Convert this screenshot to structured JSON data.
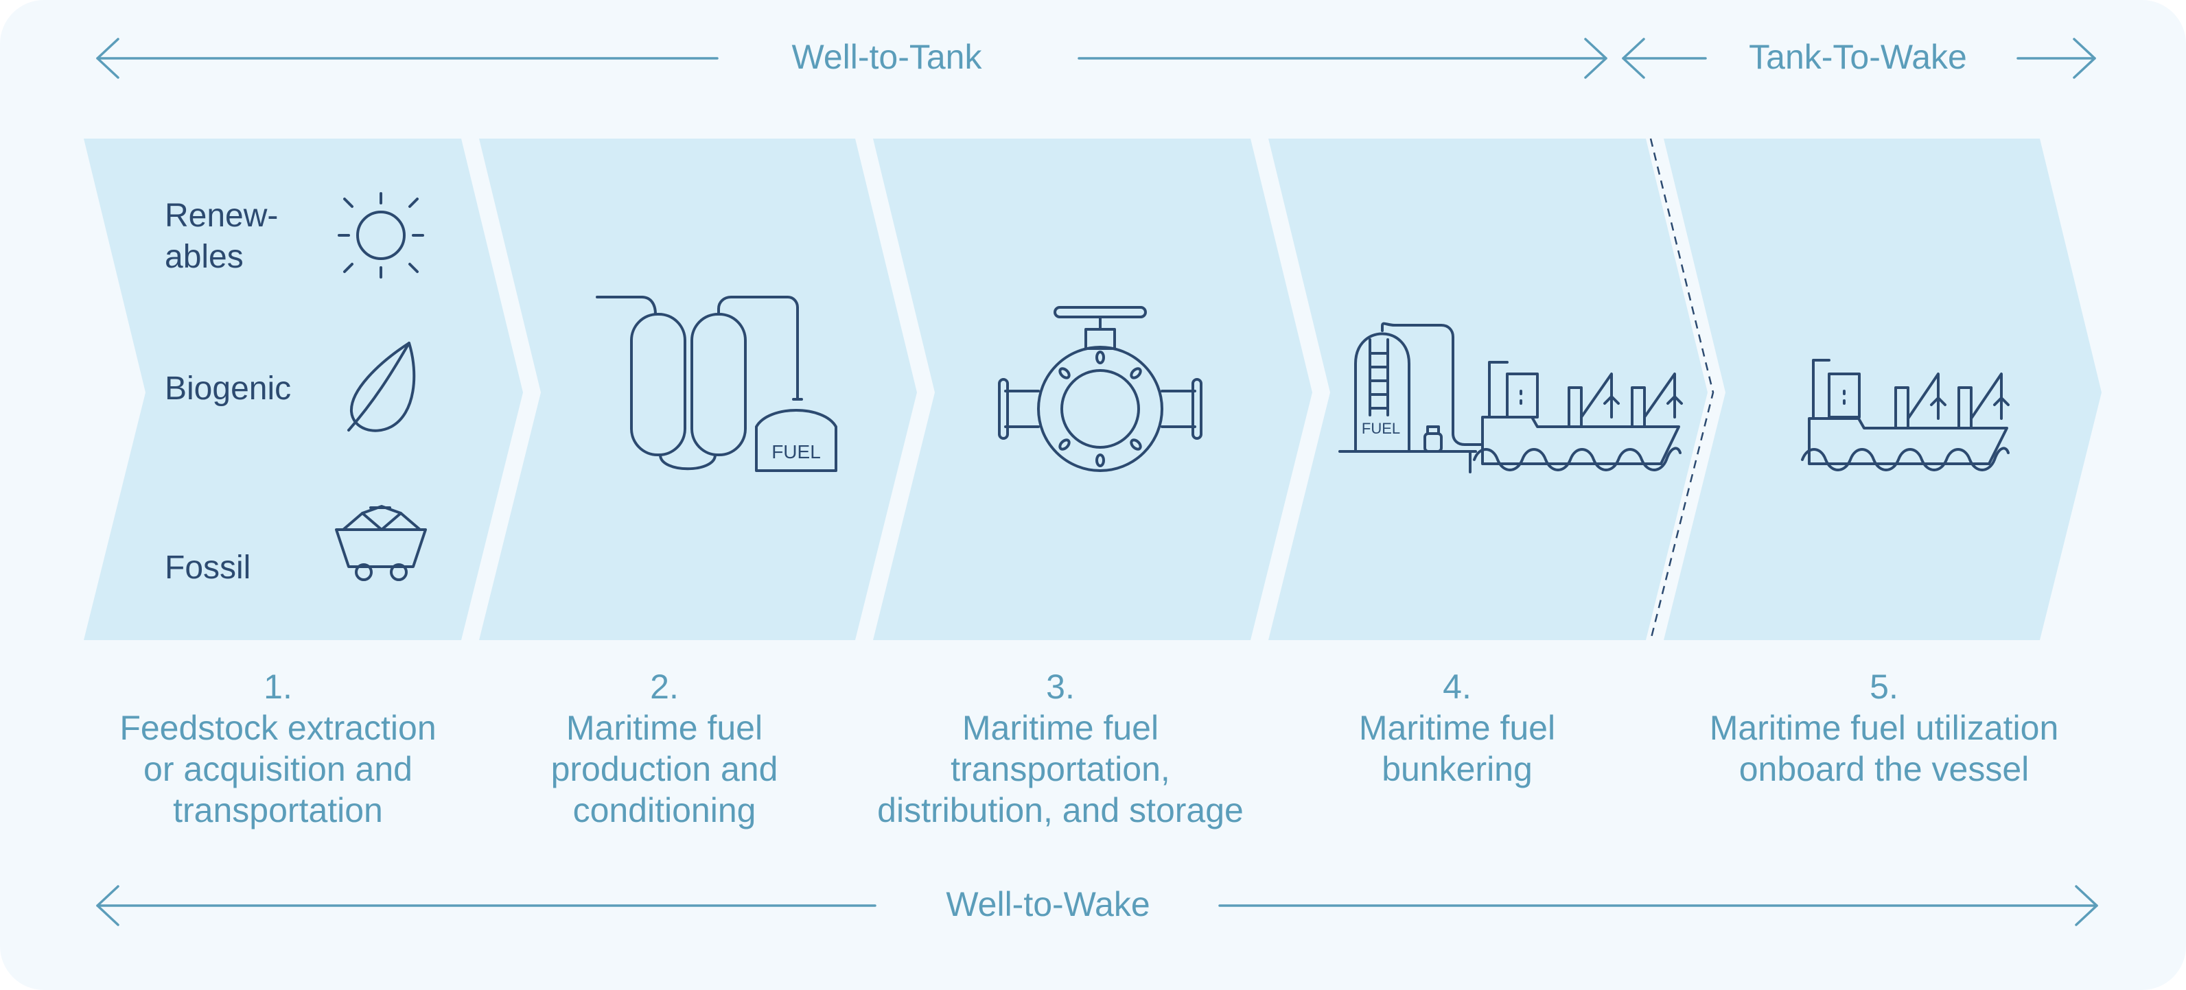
{
  "colors": {
    "background": "#f3f9fd",
    "panel": "#d4ecf7",
    "label": "#5b9dba",
    "icon": "#2c4a70"
  },
  "phases": {
    "well_to_tank": "Well-to-Tank",
    "tank_to_wake": "Tank-To-Wake",
    "well_to_wake": "Well-to-Wake"
  },
  "sources": [
    {
      "lines": [
        "Renew-",
        "ables"
      ],
      "icon": "sun-icon"
    },
    {
      "lines": [
        "Biogenic"
      ],
      "icon": "leaf-icon"
    },
    {
      "lines": [
        "Fossil"
      ],
      "icon": "coal-cart-icon"
    }
  ],
  "fuel_tag": "FUEL",
  "steps": [
    {
      "number": "1.",
      "lines": [
        "Feedstock extraction",
        "or acquisition and",
        "transportation"
      ],
      "icon": "sources-icons"
    },
    {
      "number": "2.",
      "lines": [
        "Maritime fuel",
        "production and",
        "conditioning"
      ],
      "icon": "production-tanks-icon"
    },
    {
      "number": "3.",
      "lines": [
        "Maritime fuel",
        "transportation,",
        "distribution, and storage"
      ],
      "icon": "pipeline-valve-icon"
    },
    {
      "number": "4.",
      "lines": [
        "Maritime fuel",
        "bunkering"
      ],
      "icon": "bunkering-icon"
    },
    {
      "number": "5.",
      "lines": [
        "Maritime fuel utilization",
        "onboard the vessel"
      ],
      "icon": "ship-icon"
    }
  ]
}
